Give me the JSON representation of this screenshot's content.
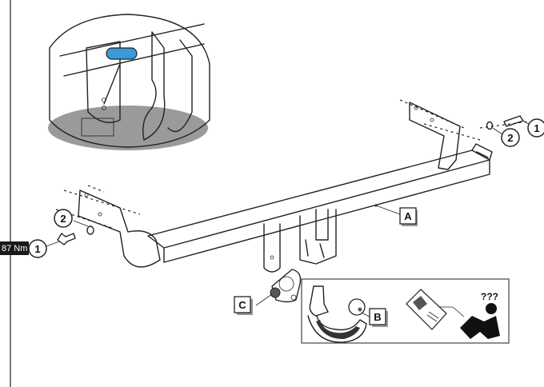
{
  "labels": {
    "A": "A",
    "B": "B",
    "C": "C"
  },
  "callouts": {
    "bolt": "1",
    "washer": "2"
  },
  "torque": "87 Nm",
  "manual_icon_text": "???",
  "colors": {
    "highlight": "#3a9ad9",
    "shadow": "#9a9a9a",
    "line": "#222222",
    "torque_bg": "#1a1a1a"
  }
}
